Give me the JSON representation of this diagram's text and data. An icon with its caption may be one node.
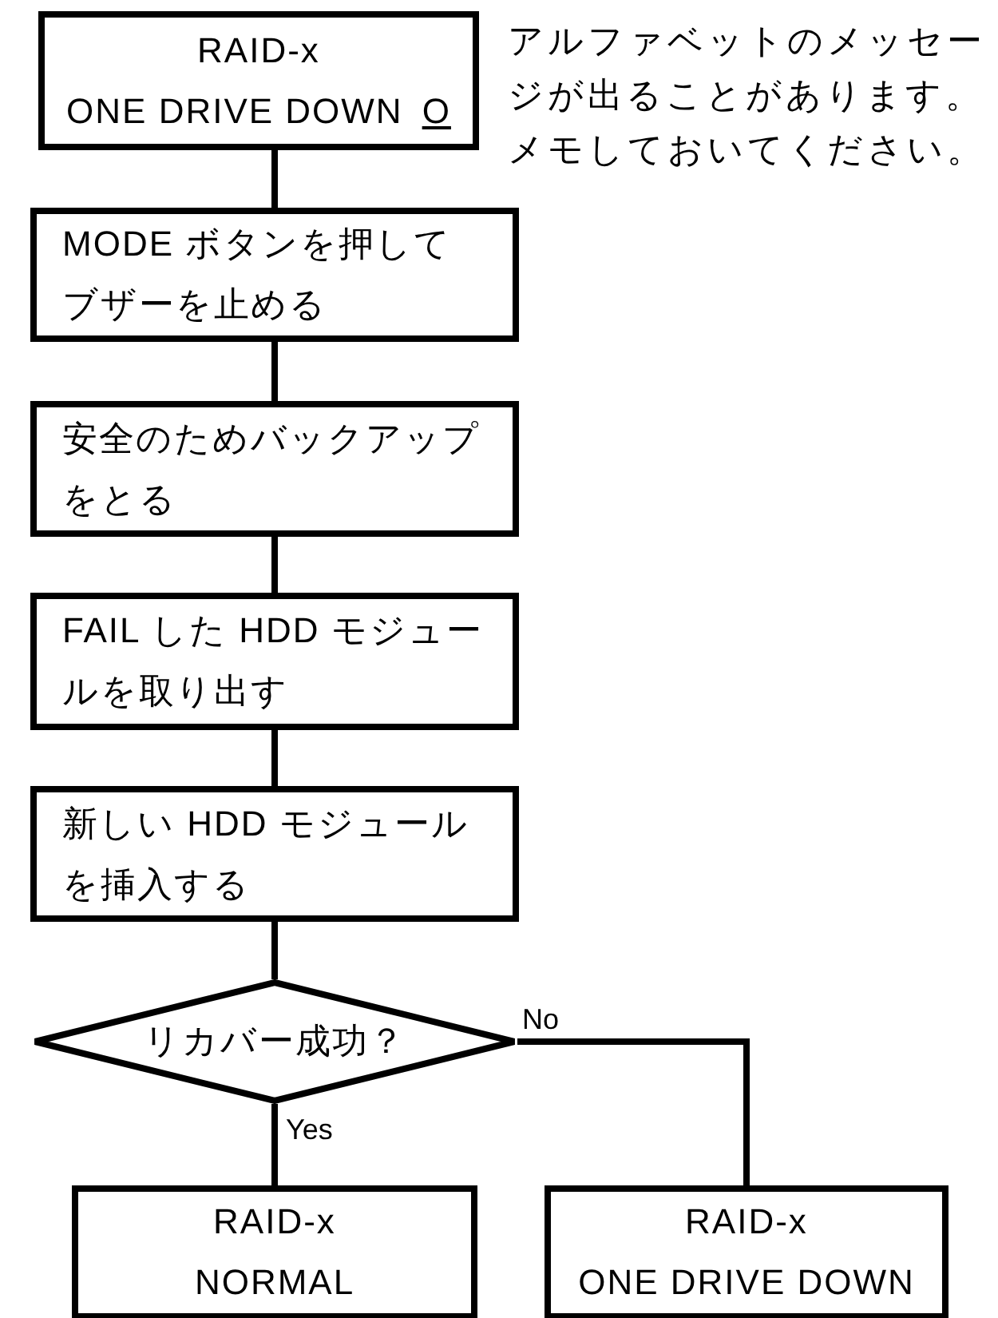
{
  "diagram": {
    "nodes": [
      {
        "text": [
          "RAID-x",
          "ONE DRIVE DOWN",
          "O"
        ],
        "beside": [
          "アルファベットのメッセージが出ることがあります。メモしておいてください。"
        ]
      },
      {
        "text": [
          "MODE ボタンを押してブザーを止める"
        ]
      },
      {
        "text": [
          "安全のためバックアップをとる"
        ]
      },
      {
        "text": [
          "FAIL した HDD モジュールを取り出す"
        ]
      },
      {
        "text": [
          "新しい HDD モジュールを挿入する"
        ]
      },
      {
        "text": [
          "リカバー成功？"
        ]
      },
      {
        "text": [
          "RAID-x",
          "NORMAL"
        ]
      },
      {
        "text": [
          "RAID-x",
          "ONE DRIVE DOWN"
        ]
      }
    ],
    "edges": [
      {
        "from": 0,
        "to": 1,
        "arrow": "none"
      },
      {
        "from": 1,
        "to": 2,
        "arrow": "none"
      },
      {
        "from": 2,
        "to": 3,
        "arrow": "none"
      },
      {
        "from": 3,
        "to": 4,
        "arrow": "none"
      },
      {
        "from": 4,
        "to": 5,
        "arrow": "none"
      },
      {
        "from": 5,
        "to": 6,
        "arrow": "none",
        "label": "Yes"
      },
      {
        "from": 5,
        "to": 7,
        "arrow": "none",
        "label": "No"
      }
    ]
  }
}
